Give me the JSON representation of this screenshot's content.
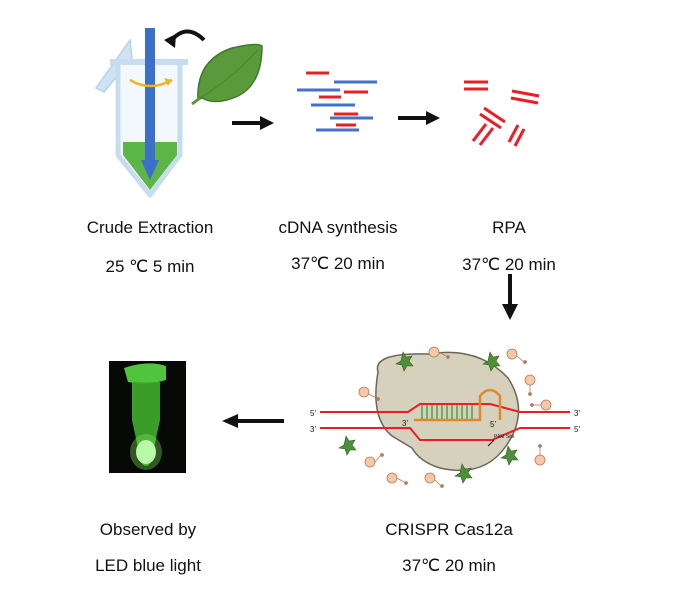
{
  "steps": {
    "crude": {
      "title": "Crude Extraction",
      "condition": "25 ℃ 5 min"
    },
    "cdna": {
      "title": "cDNA synthesis",
      "condition": "37℃ 20 min"
    },
    "rpa": {
      "title": "RPA",
      "condition": "37℃ 20 min"
    },
    "crispr": {
      "title": "CRISPR Cas12a",
      "condition": "37℃ 20 min"
    },
    "observe": {
      "title": "Observed by",
      "subtitle": "LED blue light"
    }
  },
  "crispr_diagram": {
    "end_left_top": "5'",
    "end_left_bottom": "3'",
    "end_right_top": "3'",
    "end_right_bottom": "5'",
    "inner_left": "3'",
    "inner_right": "5'",
    "pam_label": "PAM Site"
  },
  "colors": {
    "dna_red": "#ee1c24",
    "dna_blue": "#4472c4",
    "leaf_green": "#5a9a3c",
    "cas_protein": "#d6d1bd",
    "reporter": "#f6c8a8",
    "cleaved": "#4f8f3a"
  }
}
